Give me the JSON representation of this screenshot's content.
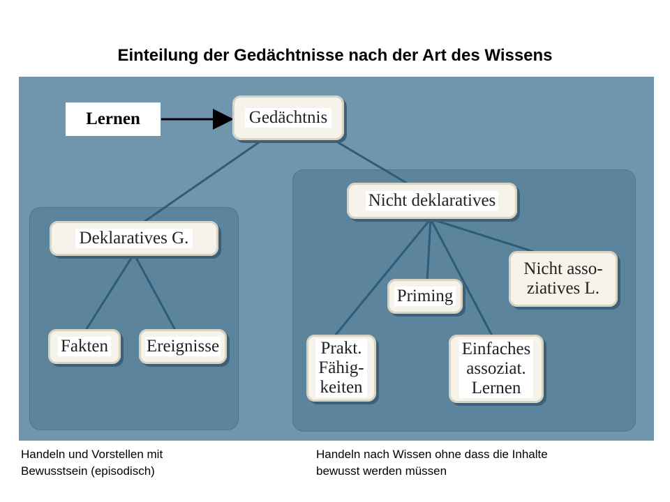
{
  "title": "Einteilung der Gedächtnisse nach der Art des Wissens",
  "lernen_label": "Lernen",
  "nodes": {
    "gedaechtnis": "Gedächtnis",
    "deklaratives": "Deklaratives G.",
    "nicht_deklaratives": "Nicht deklaratives",
    "fakten": "Fakten",
    "ereignisse": "Ereignisse",
    "priming": "Priming",
    "nicht_assoziatives": "Nicht asso-\nziatives L.",
    "prakt": "Prakt.\nFähig-\nkeiten",
    "einfaches": "Einfaches\nassoziat.\nLernen"
  },
  "captions": {
    "left": "Handeln und Vorstellen mit\nBewusstsein (episodisch)",
    "right": "Handeln nach Wissen ohne dass die Inhalte\nbewusst werden müssen"
  },
  "colors": {
    "background": "#6f96ad",
    "panel": "#5d849d",
    "node": "#f6f3ea",
    "edge": "#2f5a78"
  }
}
